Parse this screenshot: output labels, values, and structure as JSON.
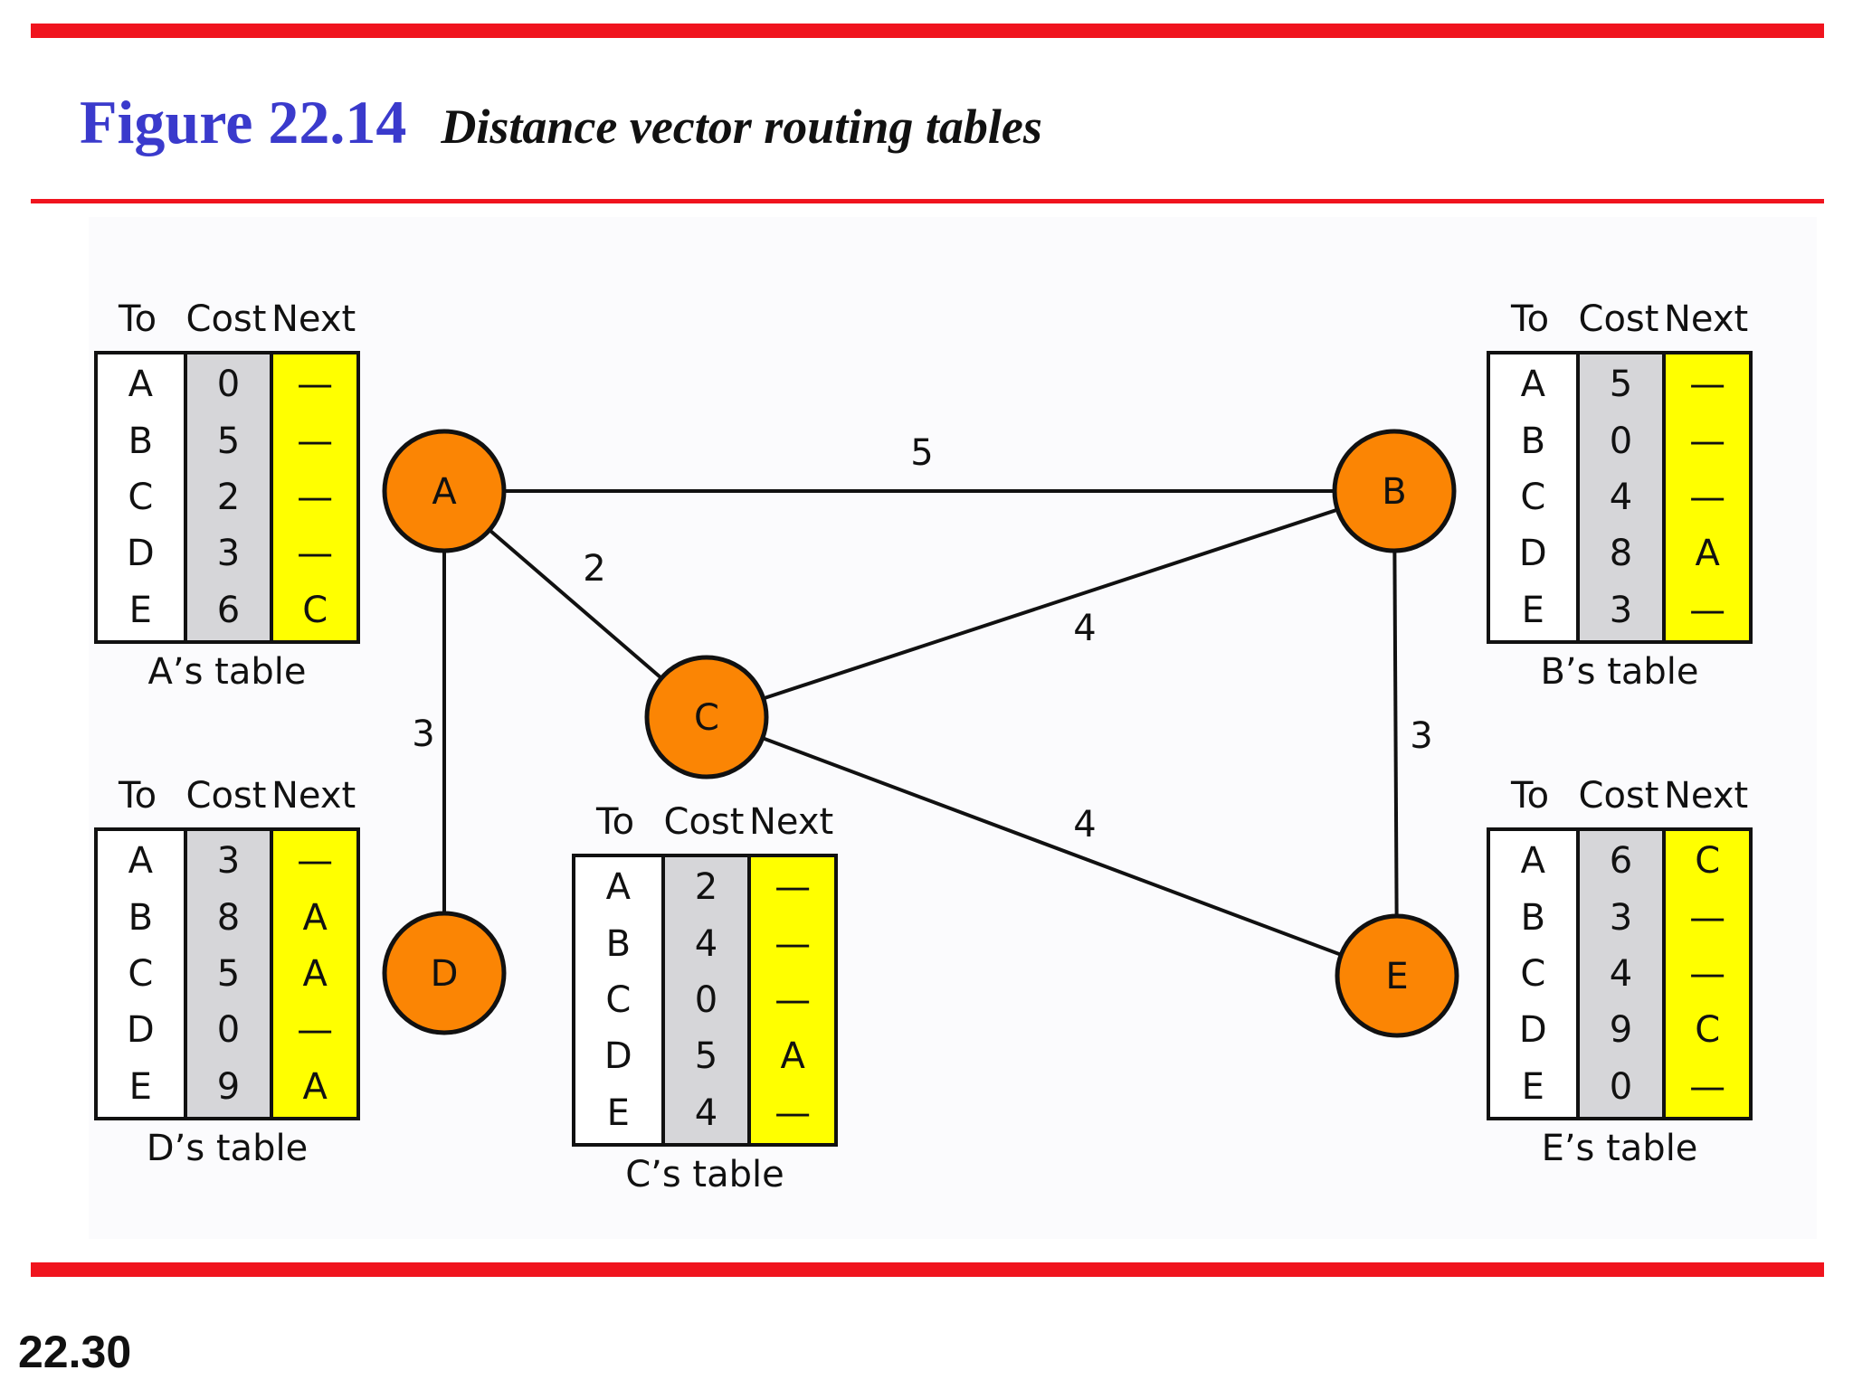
{
  "title": {
    "figure_number": "Figure 22.14",
    "caption": "Distance vector routing tables"
  },
  "page_number": "22.30",
  "colors": {
    "rule": "#f0141e",
    "figure_number": "#3a3acc",
    "node_fill": "#fb8504",
    "cost_column": "#d6d6d9",
    "next_column": "#ffff00"
  },
  "graph": {
    "nodes": [
      "A",
      "B",
      "C",
      "D",
      "E"
    ],
    "edges": [
      {
        "from": "A",
        "to": "B",
        "cost": "5"
      },
      {
        "from": "A",
        "to": "C",
        "cost": "2"
      },
      {
        "from": "A",
        "to": "D",
        "cost": "3"
      },
      {
        "from": "C",
        "to": "B",
        "cost": "4"
      },
      {
        "from": "C",
        "to": "E",
        "cost": "4"
      },
      {
        "from": "B",
        "to": "E",
        "cost": "3"
      }
    ]
  },
  "tables": {
    "A": {
      "headers": {
        "to": "To",
        "cost": "Cost",
        "next": "Next"
      },
      "to": [
        "A",
        "B",
        "C",
        "D",
        "E"
      ],
      "cost": [
        "0",
        "5",
        "2",
        "3",
        "6"
      ],
      "next": [
        "—",
        "—",
        "—",
        "—",
        "C"
      ],
      "caption": "A’s table"
    },
    "B": {
      "headers": {
        "to": "To",
        "cost": "Cost",
        "next": "Next"
      },
      "to": [
        "A",
        "B",
        "C",
        "D",
        "E"
      ],
      "cost": [
        "5",
        "0",
        "4",
        "8",
        "3"
      ],
      "next": [
        "—",
        "—",
        "—",
        "A",
        "—"
      ],
      "caption": "B’s table"
    },
    "C": {
      "headers": {
        "to": "To",
        "cost": "Cost",
        "next": "Next"
      },
      "to": [
        "A",
        "B",
        "C",
        "D",
        "E"
      ],
      "cost": [
        "2",
        "4",
        "0",
        "5",
        "4"
      ],
      "next": [
        "—",
        "—",
        "—",
        "A",
        "—"
      ],
      "caption": "C’s table"
    },
    "D": {
      "headers": {
        "to": "To",
        "cost": "Cost",
        "next": "Next"
      },
      "to": [
        "A",
        "B",
        "C",
        "D",
        "E"
      ],
      "cost": [
        "3",
        "8",
        "5",
        "0",
        "9"
      ],
      "next": [
        "—",
        "A",
        "A",
        "—",
        "A"
      ],
      "caption": "D’s table"
    },
    "E": {
      "headers": {
        "to": "To",
        "cost": "Cost",
        "next": "Next"
      },
      "to": [
        "A",
        "B",
        "C",
        "D",
        "E"
      ],
      "cost": [
        "6",
        "3",
        "4",
        "9",
        "0"
      ],
      "next": [
        "C",
        "—",
        "—",
        "C",
        "—"
      ],
      "caption": "E’s table"
    }
  }
}
